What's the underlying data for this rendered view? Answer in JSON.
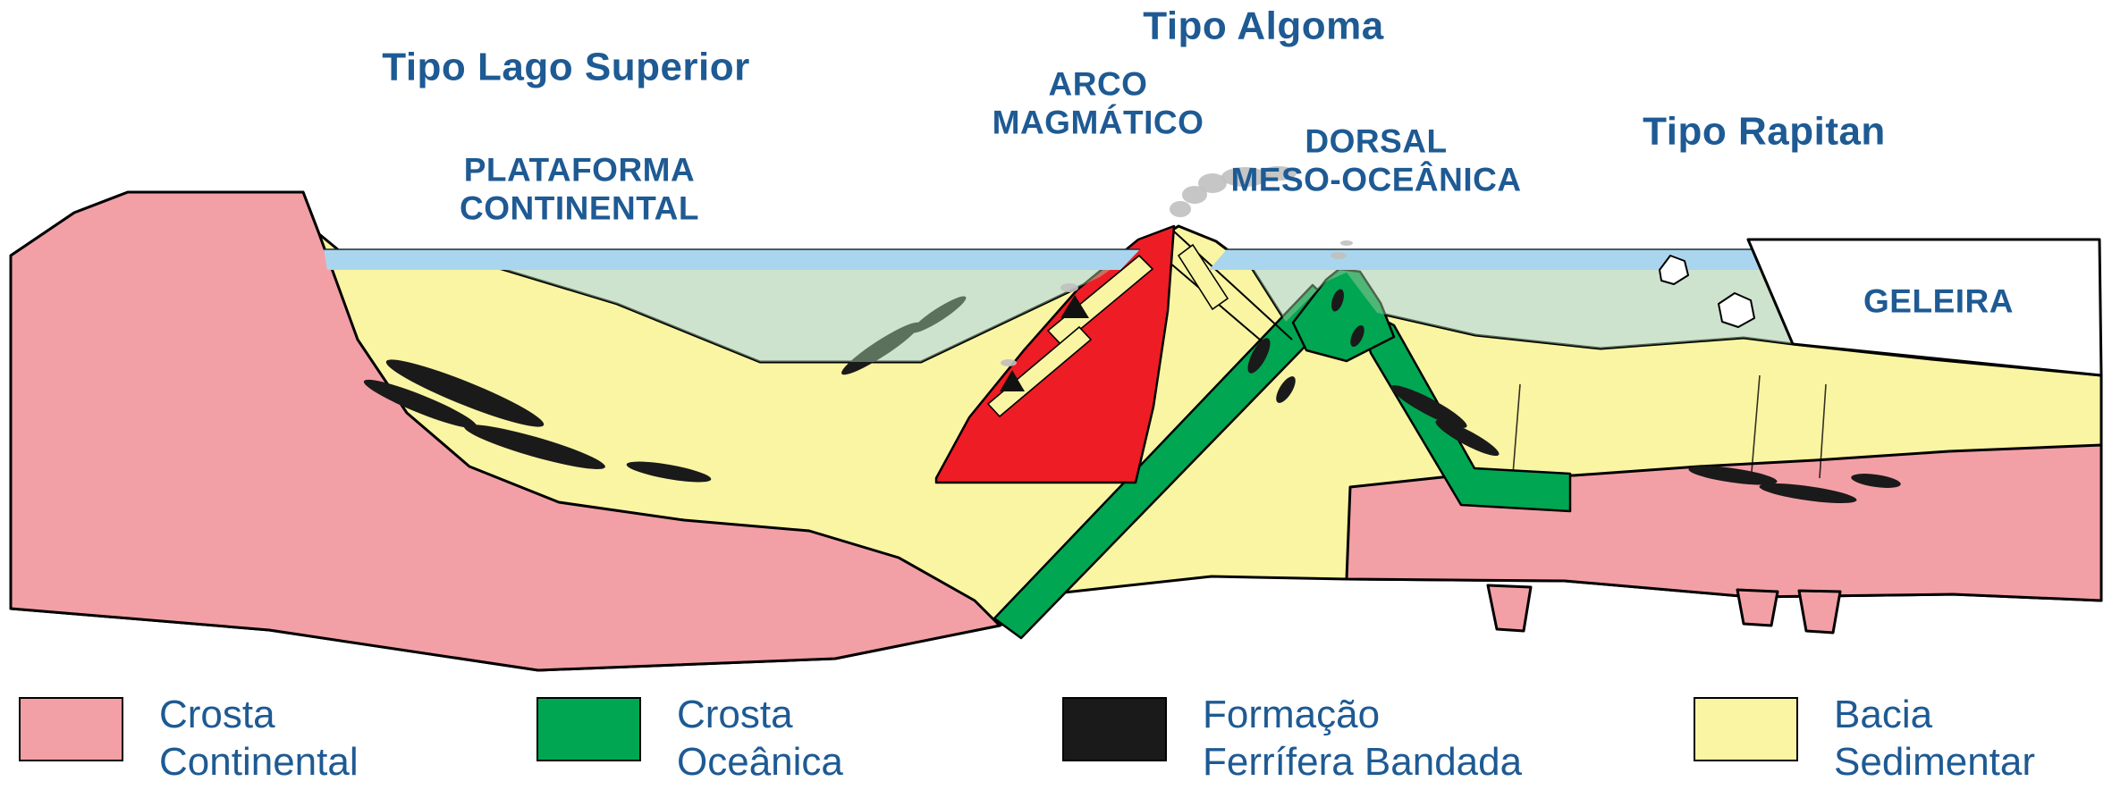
{
  "title_labels": {
    "tipo_lago_superior": "Tipo Lago Superior",
    "plataforma_continental": "PLATAFORMA\nCONTINENTAL",
    "tipo_algoma": "Tipo Algoma",
    "arco_magmatico": "ARCO\nMAGMÁTICO",
    "dorsal_meso_oceanica": "DORSAL\nMESO-OCEÂNICA",
    "tipo_rapitan": "Tipo Rapitan",
    "geleira": "GELEIRA"
  },
  "legend": {
    "items": [
      {
        "label": "Crosta\nContinental",
        "swatch": "continental-crust",
        "color": "#F2A0A6"
      },
      {
        "label": "Crosta\nOceânica",
        "swatch": "oceanic-crust",
        "color": "#00A651"
      },
      {
        "label": "Formação\nFerrífera Bandada",
        "swatch": "banded-iron-formation",
        "color": "#1A1A1A"
      },
      {
        "label": "Bacia\nSedimentar",
        "swatch": "sedimentary-basin",
        "color": "#FAF5A3"
      }
    ]
  },
  "colors": {
    "text_blue": "#1E5A93",
    "continental_crust_pink": "#F2A0A6",
    "oceanic_crust_green": "#00A651",
    "iron_formation_black": "#1A1A1A",
    "sedimentary_yellow": "#FAF5A3",
    "magmatic_arc_red": "#EE1C25",
    "sea_surface_blue": "#A9D6EE",
    "water_overlay_green": "#9CC89C",
    "glacier_white": "#FFFFFF",
    "outline": "#000000",
    "smoke_gray": "#C0C0C0"
  }
}
